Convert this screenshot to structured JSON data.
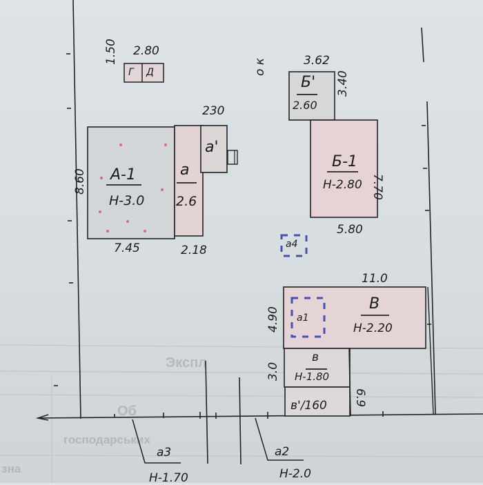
{
  "plan": {
    "title": "Site plan sketch",
    "buildings": [
      {
        "id": "A-1",
        "label": "А-1",
        "height": "Н-3.0",
        "width": "7.45",
        "depth": "8.60"
      },
      {
        "id": "a",
        "label": "а",
        "height": "2.6",
        "width": "2.18"
      },
      {
        "id": "a-prime",
        "label": "а'",
        "width": "230"
      },
      {
        "id": "G",
        "label": "Г"
      },
      {
        "id": "D",
        "label": "Д",
        "width": "2.80",
        "depth": "1.50"
      },
      {
        "id": "B-prime",
        "label": "Б'",
        "height": "2.60",
        "width": "3.62",
        "depth": "3.40"
      },
      {
        "id": "B-1",
        "label": "Б-1",
        "height": "Н-2.80",
        "width": "5.80",
        "depth": "7.70"
      },
      {
        "id": "V",
        "label": "В",
        "height": "Н-2.20",
        "width": "11.0",
        "depth": "4.90"
      },
      {
        "id": "v",
        "label": "в",
        "height": "Н-1.80",
        "depth": "3.0"
      },
      {
        "id": "v-prime",
        "label": "в'/160",
        "depth": "6.9"
      }
    ],
    "annotations": {
      "ok_mark": "о к",
      "a4": "а4",
      "a1": "а1",
      "a3": "а3",
      "a3_height": "Н-1.70",
      "a2": "а2",
      "a2_height": "Н-2.0"
    },
    "background_form_text": {
      "line1": "Экспл",
      "line2": "Об",
      "line3": "господарських",
      "line4": "зна"
    },
    "colors": {
      "ink": "#1b1b1b",
      "pink_fill": "#e6cfd2",
      "gray_fill": "#d2d6d8",
      "blue_marker": "#4a50b0"
    }
  }
}
